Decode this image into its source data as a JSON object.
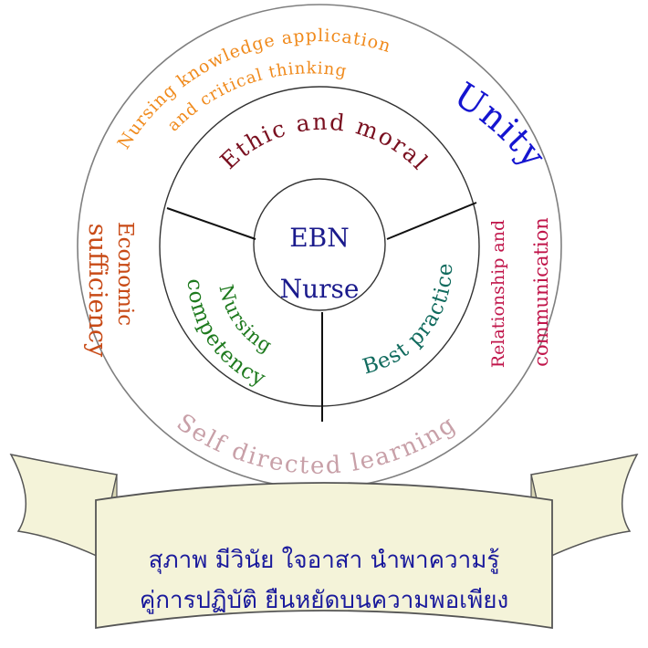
{
  "center": {
    "line1": "EBN",
    "line2": "Nurse"
  },
  "middle_ring": {
    "ethic": "Ethic and moral",
    "competency_line1": "Nursing",
    "competency_line2": "competency",
    "best_practice": "Best practice"
  },
  "outer_ring": {
    "knowledge_line1": "Nursing knowledge application",
    "knowledge_line2": "and critical thinking",
    "unity": "Unity",
    "economic": "Economic",
    "sufficiency": "sufficiency",
    "relationship": "Relationship and",
    "communication": "communication",
    "self_directed": "Self directed learning"
  },
  "banner": {
    "line1": "สุภาพ  มีวินัย  ใจอาสา  นำพาความรู้",
    "line2": "คู่การปฏิบัติ  ยืนหยัดบนความพอเพียง"
  },
  "colors": {
    "center_text": "#1a1a8c",
    "ethic": "#7a1020",
    "competency": "#1e7a1e",
    "best_practice": "#116b5e",
    "knowledge": "#f08a1c",
    "unity": "#1515d0",
    "economic": "#c84a16",
    "sufficiency": "#c84a16",
    "relationship": "#c0154a",
    "self_directed": "#c8a0a8",
    "banner_fill": "#f4f3d9",
    "banner_text": "#1a1a9c"
  }
}
